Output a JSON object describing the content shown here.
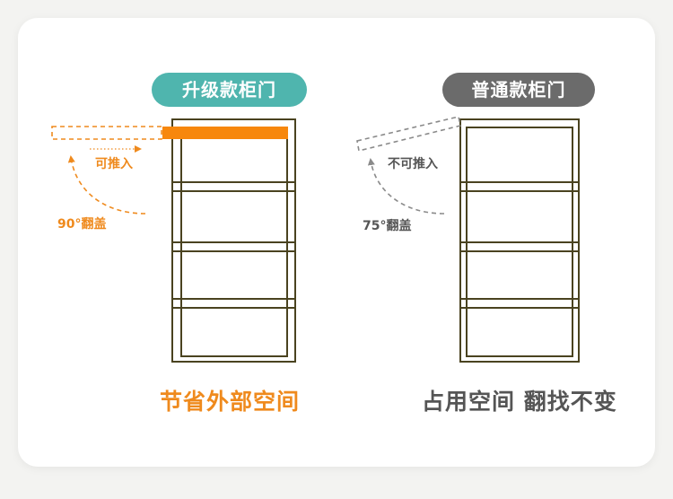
{
  "upgraded": {
    "badge": "升级款柜门",
    "push_label": "可推入",
    "angle_label": "90°翻盖",
    "caption": "节省外部空间",
    "accent_color": "#ef8a1d",
    "badge_color": "#4fb5ae"
  },
  "regular": {
    "badge": "普通款柜门",
    "push_label": "不可推入",
    "angle_label": "75°翻盖",
    "caption": "占用空间 翻找不变",
    "badge_color": "#6b6b6b"
  },
  "colors": {
    "frame": "#4a4320",
    "gray_dash": "#8a8a8a"
  }
}
